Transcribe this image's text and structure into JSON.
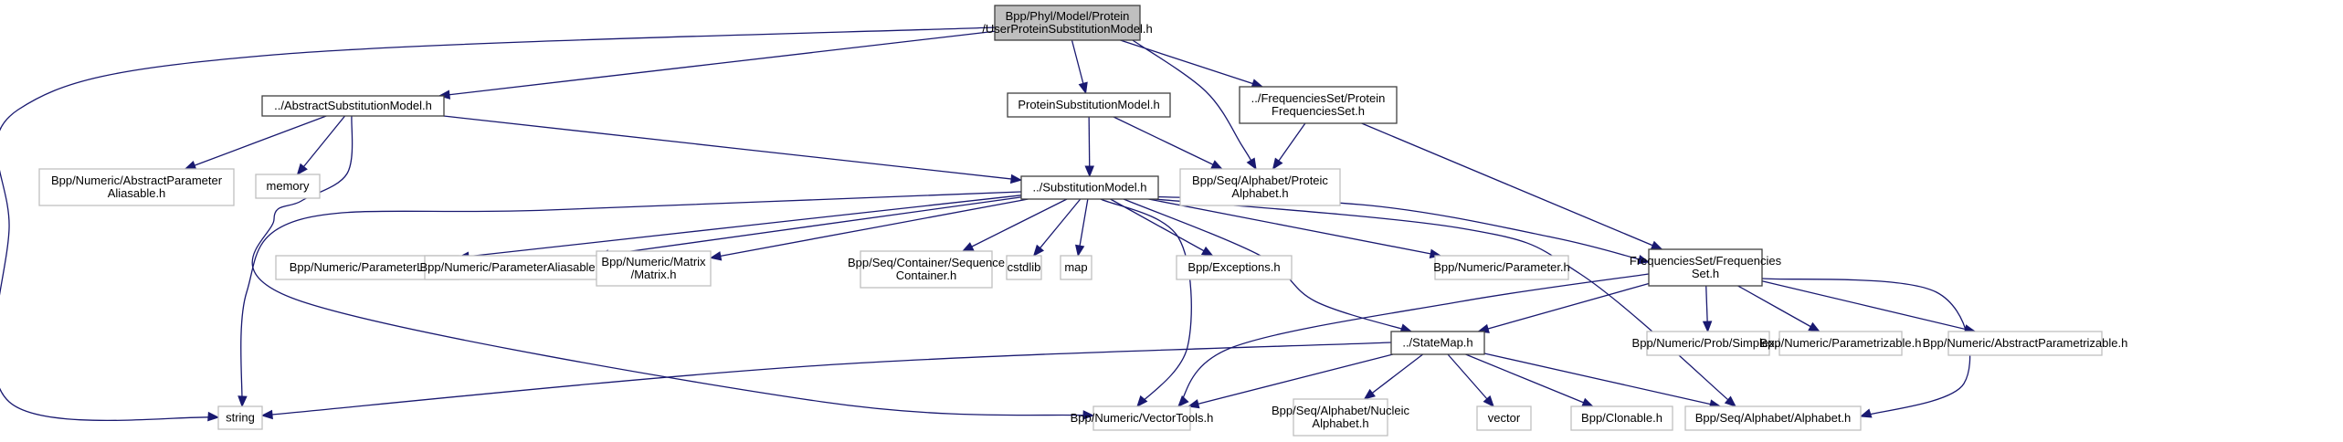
{
  "title": "Include dependency graph for UserProteinSubstitutionModel.h",
  "colors": {
    "edge": "#191970",
    "root_fill": "#bfbfbf",
    "internal_border": "#404040",
    "external_border": "#bfbfbf"
  },
  "nodes": [
    {
      "id": "root",
      "kind": "root",
      "lines": [
        "Bpp/Phyl/Model/Protein",
        "/UserProteinSubstitutionModel.h"
      ]
    },
    {
      "id": "abstractsm",
      "kind": "internal",
      "lines": [
        "../AbstractSubstitutionModel.h"
      ]
    },
    {
      "id": "proteinsm",
      "kind": "internal",
      "lines": [
        "ProteinSubstitutionModel.h"
      ]
    },
    {
      "id": "protfreq",
      "kind": "internal",
      "lines": [
        "../FrequenciesSet/Protein",
        "FrequenciesSet.h"
      ]
    },
    {
      "id": "apa",
      "kind": "external",
      "lines": [
        "Bpp/Numeric/AbstractParameter",
        "Aliasable.h"
      ]
    },
    {
      "id": "memory",
      "kind": "external",
      "lines": [
        "memory"
      ]
    },
    {
      "id": "sm",
      "kind": "internal",
      "lines": [
        "../SubstitutionModel.h"
      ]
    },
    {
      "id": "protalpha",
      "kind": "external",
      "lines": [
        "Bpp/Seq/Alphabet/Proteic",
        "Alphabet.h"
      ]
    },
    {
      "id": "plist",
      "kind": "external",
      "lines": [
        "Bpp/Numeric/ParameterList.h"
      ]
    },
    {
      "id": "palias",
      "kind": "external",
      "lines": [
        "Bpp/Numeric/ParameterAliasable.h"
      ]
    },
    {
      "id": "matrix",
      "kind": "external",
      "lines": [
        "Bpp/Numeric/Matrix",
        "/Matrix.h"
      ]
    },
    {
      "id": "seqcont",
      "kind": "external",
      "lines": [
        "Bpp/Seq/Container/Sequence",
        "Container.h"
      ]
    },
    {
      "id": "cstdlib",
      "kind": "external",
      "lines": [
        "cstdlib"
      ]
    },
    {
      "id": "map",
      "kind": "external",
      "lines": [
        "map"
      ]
    },
    {
      "id": "exceptions",
      "kind": "external",
      "lines": [
        "Bpp/Exceptions.h"
      ]
    },
    {
      "id": "parameter",
      "kind": "external",
      "lines": [
        "Bpp/Numeric/Parameter.h"
      ]
    },
    {
      "id": "freqset",
      "kind": "internal",
      "lines": [
        "FrequenciesSet/Frequencies",
        "Set.h"
      ]
    },
    {
      "id": "simplex",
      "kind": "external",
      "lines": [
        "Bpp/Numeric/Prob/Simplex.h"
      ]
    },
    {
      "id": "parametrizable",
      "kind": "external",
      "lines": [
        "Bpp/Numeric/Parametrizable.h"
      ]
    },
    {
      "id": "absparametrizable",
      "kind": "external",
      "lines": [
        "Bpp/Numeric/AbstractParametrizable.h"
      ]
    },
    {
      "id": "statemap",
      "kind": "internal",
      "lines": [
        "../StateMap.h"
      ]
    },
    {
      "id": "string",
      "kind": "external",
      "lines": [
        "string"
      ]
    },
    {
      "id": "vectortools",
      "kind": "external",
      "lines": [
        "Bpp/Numeric/VectorTools.h"
      ]
    },
    {
      "id": "nucalpha",
      "kind": "external",
      "lines": [
        "Bpp/Seq/Alphabet/Nucleic",
        "Alphabet.h"
      ]
    },
    {
      "id": "vector",
      "kind": "external",
      "lines": [
        "vector"
      ]
    },
    {
      "id": "clonable",
      "kind": "external",
      "lines": [
        "Bpp/Clonable.h"
      ]
    },
    {
      "id": "alphabet",
      "kind": "external",
      "lines": [
        "Bpp/Seq/Alphabet/Alphabet.h"
      ]
    }
  ],
  "edges": [
    {
      "from": "root",
      "to": "abstractsm"
    },
    {
      "from": "root",
      "to": "string"
    },
    {
      "from": "root",
      "to": "proteinsm"
    },
    {
      "from": "root",
      "to": "protalpha"
    },
    {
      "from": "root",
      "to": "protfreq"
    },
    {
      "from": "abstractsm",
      "to": "apa"
    },
    {
      "from": "abstractsm",
      "to": "memory"
    },
    {
      "from": "abstractsm",
      "to": "sm"
    },
    {
      "from": "abstractsm",
      "to": "vectortools"
    },
    {
      "from": "proteinsm",
      "to": "sm"
    },
    {
      "from": "proteinsm",
      "to": "protalpha"
    },
    {
      "from": "protfreq",
      "to": "protalpha"
    },
    {
      "from": "protfreq",
      "to": "freqset"
    },
    {
      "from": "sm",
      "to": "plist"
    },
    {
      "from": "sm",
      "to": "palias"
    },
    {
      "from": "sm",
      "to": "matrix"
    },
    {
      "from": "sm",
      "to": "seqcont"
    },
    {
      "from": "sm",
      "to": "cstdlib"
    },
    {
      "from": "sm",
      "to": "map"
    },
    {
      "from": "sm",
      "to": "exceptions"
    },
    {
      "from": "sm",
      "to": "parameter"
    },
    {
      "from": "sm",
      "to": "freqset"
    },
    {
      "from": "sm",
      "to": "statemap"
    },
    {
      "from": "sm",
      "to": "string"
    },
    {
      "from": "sm",
      "to": "vectortools"
    },
    {
      "from": "sm",
      "to": "alphabet"
    },
    {
      "from": "freqset",
      "to": "simplex"
    },
    {
      "from": "freqset",
      "to": "parametrizable"
    },
    {
      "from": "freqset",
      "to": "absparametrizable"
    },
    {
      "from": "freqset",
      "to": "statemap"
    },
    {
      "from": "freqset",
      "to": "vectortools"
    },
    {
      "from": "freqset",
      "to": "alphabet"
    },
    {
      "from": "statemap",
      "to": "string"
    },
    {
      "from": "statemap",
      "to": "vectortools"
    },
    {
      "from": "statemap",
      "to": "nucalpha"
    },
    {
      "from": "statemap",
      "to": "vector"
    },
    {
      "from": "statemap",
      "to": "clonable"
    },
    {
      "from": "statemap",
      "to": "alphabet"
    }
  ]
}
